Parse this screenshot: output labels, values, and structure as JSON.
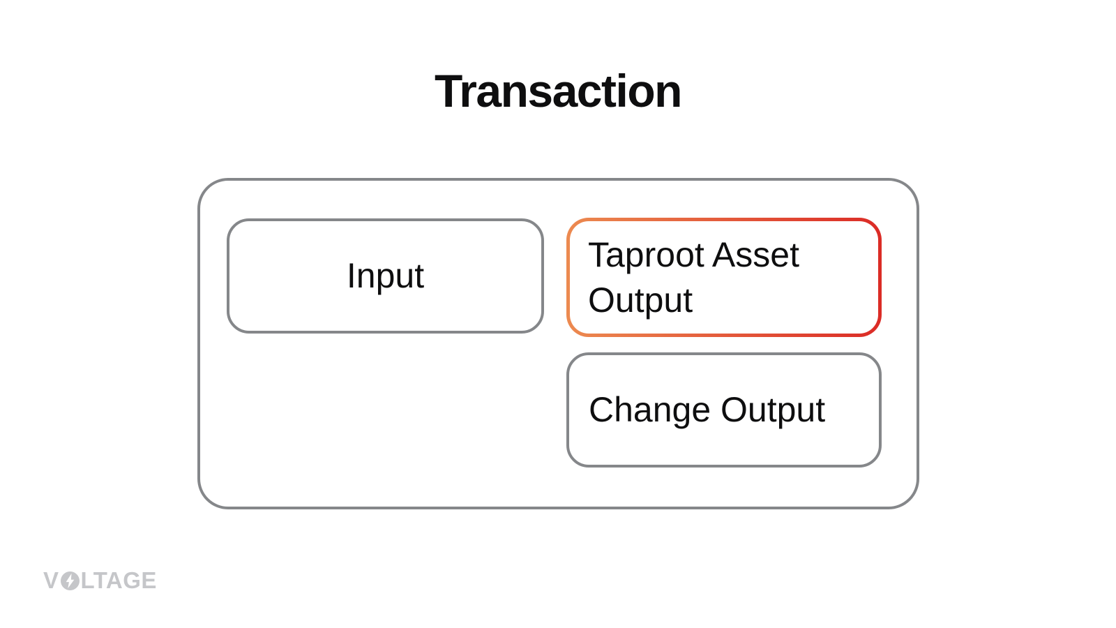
{
  "title": "Transaction",
  "boxes": {
    "input": {
      "label": "Input"
    },
    "taproot": {
      "label": "Taproot Asset Output"
    },
    "change": {
      "label": "Change Output"
    }
  },
  "logo": {
    "text": "VOLTAGE",
    "prefix": "V",
    "suffix": "LTAGE"
  },
  "icons": {
    "logo_o": "lightning-bolt-icon"
  },
  "colors": {
    "accent_orange": "#EC8A50",
    "accent_red": "#DB2B26",
    "border_gray": "#85878A",
    "logo_gray": "#C5C6C9",
    "text_black": "#0E0E0F"
  }
}
